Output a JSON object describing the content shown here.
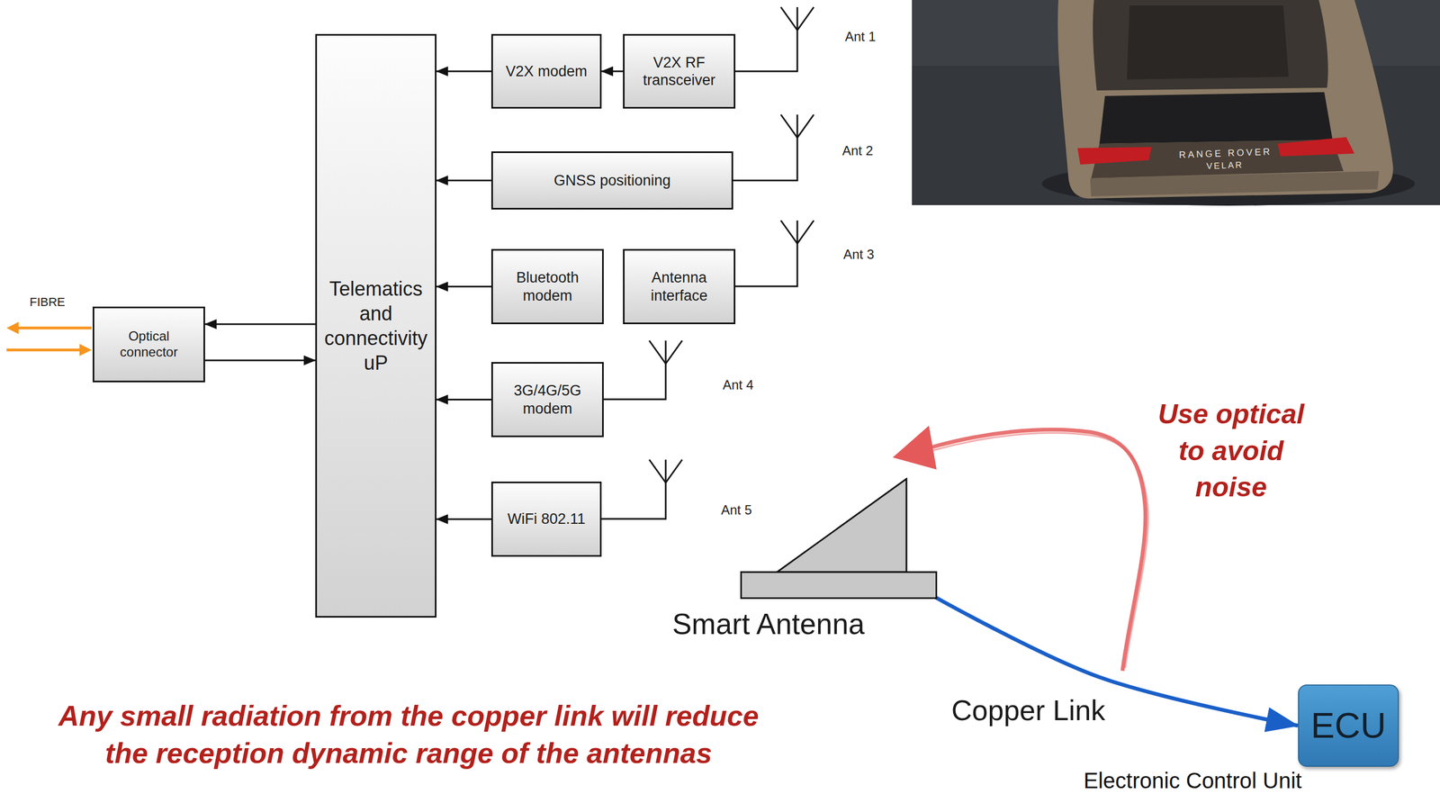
{
  "diagram": {
    "nodes": [
      {
        "text": [
          "Telematics and connectivity uP"
        ]
      },
      {
        "text": [
          "V2X modem"
        ]
      },
      {
        "text": [
          "V2X RF transceiver"
        ]
      },
      {
        "text": [
          "GNSS positioning"
        ]
      },
      {
        "text": [
          "Bluetooth modem"
        ]
      },
      {
        "text": [
          "Antenna interface"
        ]
      },
      {
        "text": [
          "3G/4G/5G modem"
        ]
      },
      {
        "text": [
          "WiFi 802.11"
        ]
      },
      {
        "text": [
          "Optical connector"
        ]
      },
      {
        "text": [
          "Smart Antenna"
        ]
      },
      {
        "text": [
          "ECU",
          "Electronic Control Unit"
        ]
      }
    ],
    "edges": [
      {
        "from": 2,
        "to": 1,
        "arrow": "to"
      },
      {
        "from": 1,
        "to": 0,
        "arrow": "to"
      },
      {
        "from": 3,
        "to": 0,
        "arrow": "to"
      },
      {
        "from": 4,
        "to": 0,
        "arrow": "to"
      },
      {
        "from": 6,
        "to": 0,
        "arrow": "to"
      },
      {
        "from": 7,
        "to": 0,
        "arrow": "to"
      },
      {
        "from": 0,
        "to": 8,
        "arrow": "to"
      },
      {
        "from": 8,
        "to": 0,
        "arrow": "to"
      },
      {
        "from": 9,
        "to": 10,
        "label": "Copper Link",
        "arrow": "to"
      }
    ],
    "labels": [
      "FIBRE",
      "Ant 1",
      "Ant 2",
      "Ant 3",
      "Ant 4",
      "Ant 5",
      "RANGE ROVER",
      "VELAR",
      "Use optical to avoid noise",
      "Any small radiation from the copper link will reduce the reception dynamic range of the antennas"
    ]
  }
}
